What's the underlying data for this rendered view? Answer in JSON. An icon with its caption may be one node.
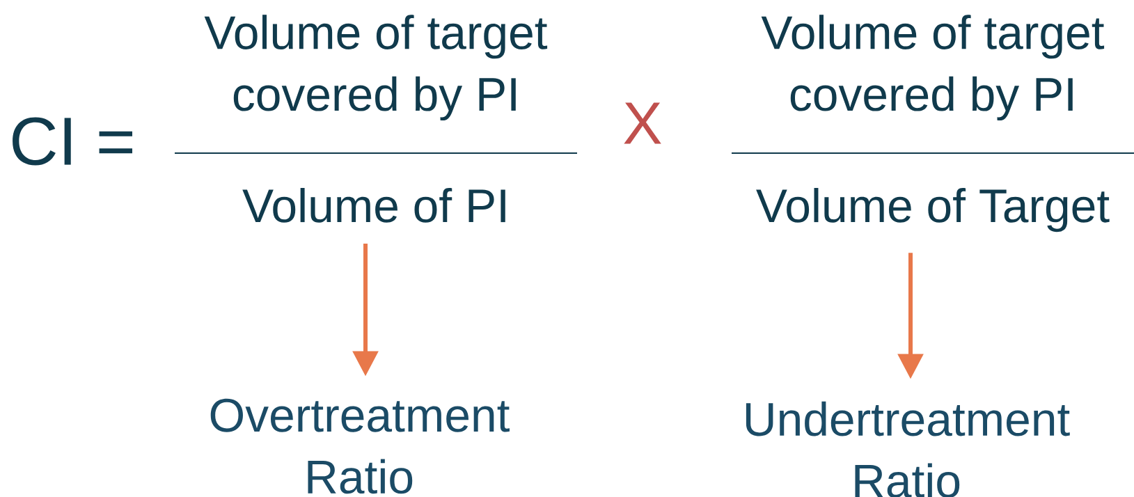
{
  "diagram": {
    "nodes": [
      {
        "text": [
          "Volume of target covered by PI",
          "Volume of PI"
        ]
      },
      {
        "text": [
          "Overtreatment Ratio"
        ]
      },
      {
        "text": [
          "Volume of target covered by PI",
          "Volume of Target"
        ]
      },
      {
        "text": [
          "Undertreatment Ratio"
        ]
      }
    ],
    "edges": [
      {
        "from": 0,
        "to": 1,
        "arrow": "to"
      },
      {
        "from": 2,
        "to": 3,
        "arrow": "to"
      }
    ],
    "labels": [
      "CI =",
      "X"
    ]
  }
}
